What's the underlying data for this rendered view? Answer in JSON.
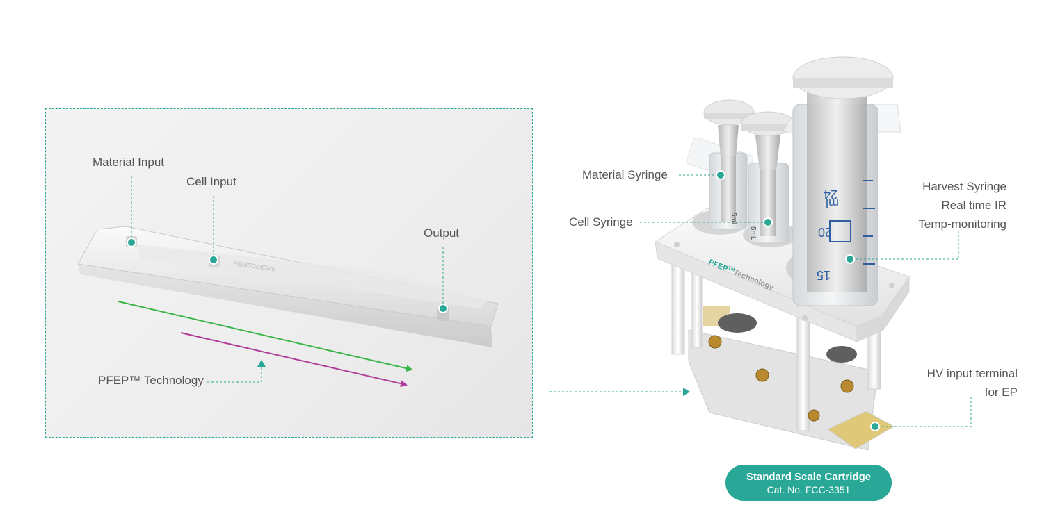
{
  "chip": {
    "labels": {
      "material_input": "Material Input",
      "cell_input": "Cell Input",
      "output": "Output",
      "technology": "PFEP™ Technology"
    },
    "engraving": "FENITOBIOME"
  },
  "cartridge": {
    "labels": {
      "material_syringe": "Material Syringe",
      "cell_syringe": "Cell Syringe",
      "harvest_line1": "Harvest Syringe",
      "harvest_line2": "Real time IR",
      "harvest_line3": "Temp-monitoring",
      "hv_line1": "HV input terminal",
      "hv_line2": "for EP"
    },
    "syringe_marks": {
      "vol_5ml_a": "5mL",
      "vol_5ml_b": "5mL",
      "large_24": "24",
      "large_ml": "ml",
      "large_20": "20",
      "large_15": "15"
    },
    "body_text": {
      "pfep": "PFEP",
      "tm": "TM",
      "technology": "Technology"
    }
  },
  "badge": {
    "title": "Standard Scale Cartridge",
    "catalog": "Cat. No. FCC-3351"
  },
  "colors": {
    "accent": "#2aa897",
    "green_arrow": "#3bb54a",
    "purple_arrow": "#b13c9c",
    "label_text": "#555555"
  }
}
